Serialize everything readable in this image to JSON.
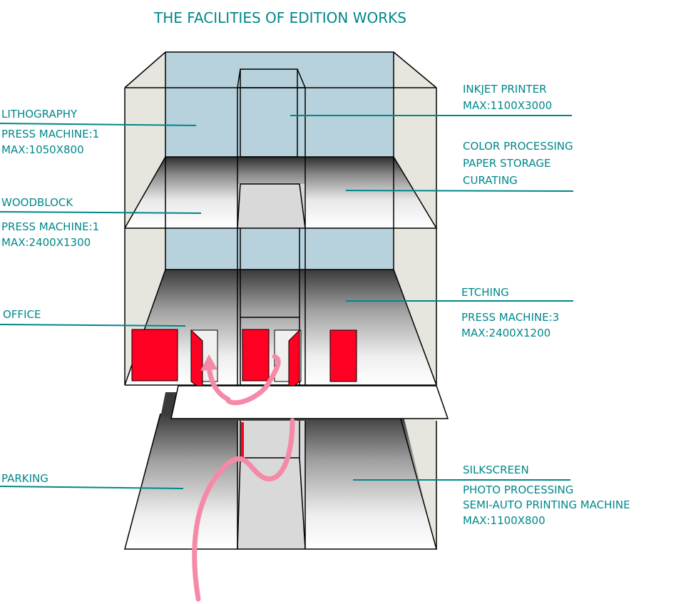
{
  "title": "THE FACILITIES OF EDITION WORKS",
  "labels": {
    "lithography": "LITHOGRAPHY",
    "litho_press": "PRESS MACHINE:1",
    "litho_max": "MAX:1050X800",
    "woodblock": "WOODBLOCK",
    "wood_press": "PRESS MACHINE:1",
    "wood_max": "MAX:2400X1300",
    "office": "OFFICE",
    "parking": "PARKING",
    "inkjet": "INKJET PRINTER",
    "inkjet_max": "MAX:1100X3000",
    "color_processing": "COLOR PROCESSING",
    "paper_storage": "PAPER STORAGE",
    "curating": "CURATING",
    "etching": "ETCHING",
    "etching_press": "PRESS MACHINE:3",
    "etching_max": "MAX:2400X1200",
    "silkscreen": "SILKSCREEN",
    "photo_processing": "PHOTO PROCESSING",
    "semi_auto": "SEMI-AUTO PRINTING MACHINE",
    "silk_max": "MAX:1100X800"
  },
  "colors": {
    "text": "#00878a",
    "wall_back": "#b7d2dc",
    "wall_side": "#e6e6de",
    "door": "#ff0022",
    "arrow": "#f48aa8"
  }
}
